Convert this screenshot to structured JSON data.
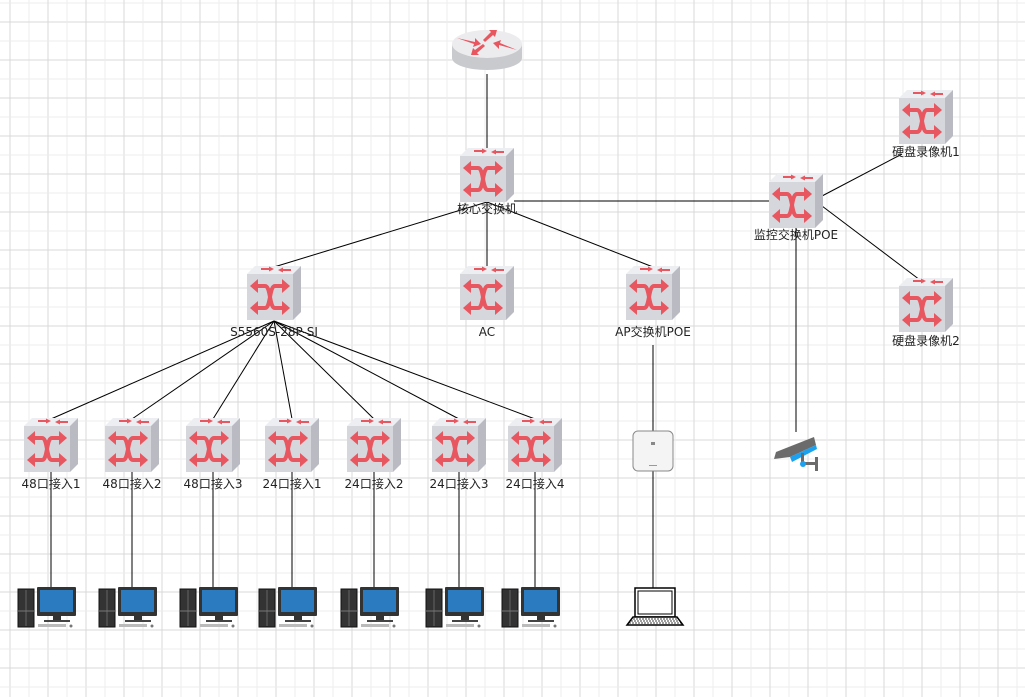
{
  "diagram": {
    "colors": {
      "switch_arrow": "#e8565f",
      "switch_face": "#d6d7dc",
      "edge": "#000000",
      "camera_accent": "#1aa1f0",
      "monitor_screen": "#2b7bc0"
    },
    "nodes": [
      {
        "id": "router",
        "type": "router",
        "label": ""
      },
      {
        "id": "core",
        "type": "switch",
        "label": "核心交换机"
      },
      {
        "id": "s5560",
        "type": "switch",
        "label": "S5560S-28P-SI"
      },
      {
        "id": "ac",
        "type": "switch",
        "label": "AC"
      },
      {
        "id": "apsw",
        "type": "switch",
        "label": "AP交换机POE"
      },
      {
        "id": "monsw",
        "type": "switch",
        "label": "监控交换机POE"
      },
      {
        "id": "nvr1",
        "type": "switch",
        "label": "硬盘录像机1"
      },
      {
        "id": "nvr2",
        "type": "switch",
        "label": "硬盘录像机2"
      },
      {
        "id": "a1",
        "type": "switch",
        "label": "48口接入1"
      },
      {
        "id": "a2",
        "type": "switch",
        "label": "48口接入2"
      },
      {
        "id": "a3",
        "type": "switch",
        "label": "48口接入3"
      },
      {
        "id": "a4",
        "type": "switch",
        "label": "24口接入1"
      },
      {
        "id": "a5",
        "type": "switch",
        "label": "24口接入2"
      },
      {
        "id": "a6",
        "type": "switch",
        "label": "24口接入3"
      },
      {
        "id": "a7",
        "type": "switch",
        "label": "24口接入4"
      },
      {
        "id": "pc1",
        "type": "pc",
        "label": ""
      },
      {
        "id": "pc2",
        "type": "pc",
        "label": ""
      },
      {
        "id": "pc3",
        "type": "pc",
        "label": ""
      },
      {
        "id": "pc4",
        "type": "pc",
        "label": ""
      },
      {
        "id": "pc5",
        "type": "pc",
        "label": ""
      },
      {
        "id": "pc6",
        "type": "pc",
        "label": ""
      },
      {
        "id": "pc7",
        "type": "pc",
        "label": ""
      },
      {
        "id": "ap",
        "type": "access-point",
        "label": ""
      },
      {
        "id": "laptop",
        "type": "laptop",
        "label": ""
      },
      {
        "id": "camera",
        "type": "camera",
        "label": ""
      }
    ],
    "edges": [
      [
        "router",
        "core"
      ],
      [
        "core",
        "s5560"
      ],
      [
        "core",
        "ac"
      ],
      [
        "core",
        "apsw"
      ],
      [
        "core",
        "monsw"
      ],
      [
        "monsw",
        "nvr1"
      ],
      [
        "monsw",
        "nvr2"
      ],
      [
        "monsw",
        "camera"
      ],
      [
        "s5560",
        "a1"
      ],
      [
        "s5560",
        "a2"
      ],
      [
        "s5560",
        "a3"
      ],
      [
        "s5560",
        "a4"
      ],
      [
        "s5560",
        "a5"
      ],
      [
        "s5560",
        "a6"
      ],
      [
        "s5560",
        "a7"
      ],
      [
        "a1",
        "pc1"
      ],
      [
        "a2",
        "pc2"
      ],
      [
        "a3",
        "pc3"
      ],
      [
        "a4",
        "pc4"
      ],
      [
        "a5",
        "pc5"
      ],
      [
        "a6",
        "pc6"
      ],
      [
        "a7",
        "pc7"
      ],
      [
        "apsw",
        "ap"
      ],
      [
        "ap",
        "laptop"
      ]
    ]
  }
}
